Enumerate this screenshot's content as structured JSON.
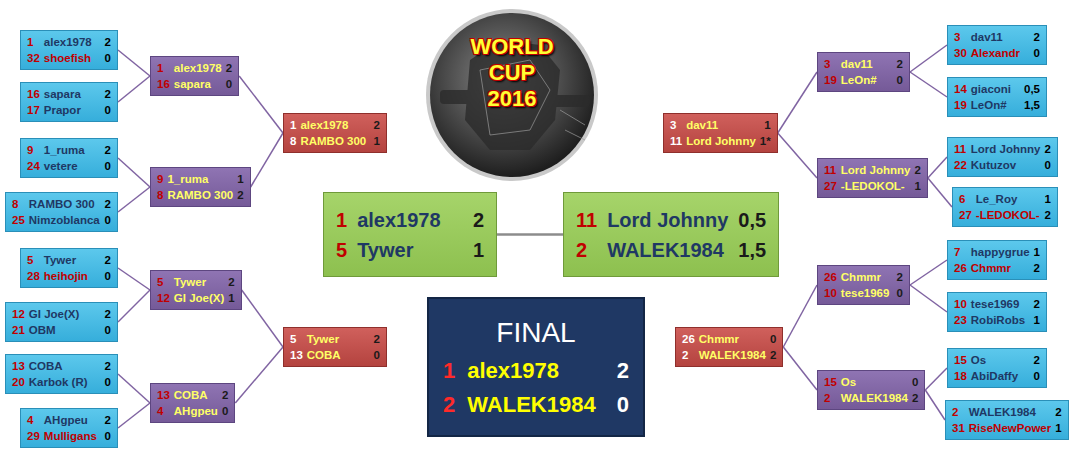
{
  "diagram": {
    "title": "WORLD CUP 2016",
    "nodes": [
      {
        "text": [
          "1",
          "alex1978",
          "2",
          "32",
          "shoefish",
          "0"
        ]
      },
      {
        "text": [
          "16",
          "sapara",
          "2",
          "17",
          "Prapor",
          "0"
        ]
      },
      {
        "text": [
          "9",
          "1_ruma",
          "2",
          "24",
          "vetere",
          "0"
        ]
      },
      {
        "text": [
          "8",
          "RAMBO 300",
          "2",
          "25",
          "Nimzoblanca",
          "0"
        ]
      },
      {
        "text": [
          "5",
          "Tywer",
          "2",
          "28",
          "heihojin",
          "0"
        ]
      },
      {
        "text": [
          "12",
          "GI Joe(X)",
          "2",
          "21",
          "OBM",
          "0"
        ]
      },
      {
        "text": [
          "13",
          "COBA",
          "2",
          "20",
          "Karbok (R)",
          "0"
        ]
      },
      {
        "text": [
          "4",
          "AHgpeu",
          "2",
          "29",
          "Mulligans",
          "0"
        ]
      },
      {
        "text": [
          "1",
          "alex1978",
          "2",
          "16",
          "sapara",
          "0"
        ]
      },
      {
        "text": [
          "9",
          "1_ruma",
          "1",
          "8",
          "RAMBO 300",
          "2"
        ]
      },
      {
        "text": [
          "5",
          "Tywer",
          "2",
          "12",
          "GI Joe(X)",
          "1"
        ]
      },
      {
        "text": [
          "13",
          "COBA",
          "2",
          "4",
          "AHgpeu",
          "0"
        ]
      },
      {
        "text": [
          "1",
          "alex1978",
          "2",
          "8",
          "RAMBO 300",
          "1"
        ]
      },
      {
        "text": [
          "5",
          "Tywer",
          "2",
          "13",
          "COBA",
          "0"
        ]
      },
      {
        "text": [
          "1",
          "alex1978",
          "2",
          "5",
          "Tywer",
          "1"
        ]
      },
      {
        "text": [
          "11",
          "Lord Johnny",
          "0,5",
          "2",
          "WALEK1984",
          "1,5"
        ]
      },
      {
        "text": [
          "FINAL",
          "1",
          "alex1978",
          "2",
          "2",
          "WALEK1984",
          "0"
        ]
      },
      {
        "text": [
          "3",
          "dav11",
          "1",
          "11",
          "Lord Johnny",
          "1*"
        ]
      },
      {
        "text": [
          "26",
          "Chmmr",
          "0",
          "2",
          "WALEK1984",
          "2"
        ]
      },
      {
        "text": [
          "3",
          "dav11",
          "2",
          "19",
          "LeOn#",
          "0"
        ]
      },
      {
        "text": [
          "11",
          "Lord Johnny",
          "2",
          "27",
          "-LEDOKOL-",
          "1"
        ]
      },
      {
        "text": [
          "26",
          "Chmmr",
          "2",
          "10",
          "tese1969",
          "0"
        ]
      },
      {
        "text": [
          "15",
          "Os",
          "0",
          "2",
          "WALEK1984",
          "2"
        ]
      },
      {
        "text": [
          "3",
          "dav11",
          "2",
          "30",
          "Alexandr",
          "0"
        ]
      },
      {
        "text": [
          "14",
          "giaconi",
          "0,5",
          "19",
          "LeOn#",
          "1,5"
        ]
      },
      {
        "text": [
          "11",
          "Lord Johnny",
          "2",
          "22",
          "Kutuzov",
          "0"
        ]
      },
      {
        "text": [
          "6",
          "Le_Roy",
          "1",
          "27",
          "-LEDOKOL-",
          "2"
        ]
      },
      {
        "text": [
          "7",
          "happygrue",
          "1",
          "26",
          "Chmmr",
          "2"
        ]
      },
      {
        "text": [
          "10",
          "tese1969",
          "2",
          "23",
          "RobiRobs",
          "1"
        ]
      },
      {
        "text": [
          "15",
          "Os",
          "2",
          "18",
          "AbiDaffy",
          "0"
        ]
      },
      {
        "text": [
          "2",
          "WALEK1984",
          "2",
          "31",
          "RiseNewPower",
          "1"
        ]
      }
    ],
    "edges": [
      {
        "from": 0,
        "to": 8,
        "arrow": "none"
      },
      {
        "from": 1,
        "to": 8,
        "arrow": "none"
      },
      {
        "from": 2,
        "to": 9,
        "arrow": "none"
      },
      {
        "from": 3,
        "to": 9,
        "arrow": "none"
      },
      {
        "from": 4,
        "to": 10,
        "arrow": "none"
      },
      {
        "from": 5,
        "to": 10,
        "arrow": "none"
      },
      {
        "from": 6,
        "to": 11,
        "arrow": "none"
      },
      {
        "from": 7,
        "to": 11,
        "arrow": "none"
      },
      {
        "from": 8,
        "to": 12,
        "arrow": "none"
      },
      {
        "from": 9,
        "to": 12,
        "arrow": "none"
      },
      {
        "from": 10,
        "to": 13,
        "arrow": "none"
      },
      {
        "from": 11,
        "to": 13,
        "arrow": "none"
      },
      {
        "from": 14,
        "to": 15,
        "arrow": "none"
      },
      {
        "from": 23,
        "to": 19,
        "arrow": "none"
      },
      {
        "from": 24,
        "to": 19,
        "arrow": "none"
      },
      {
        "from": 25,
        "to": 20,
        "arrow": "none"
      },
      {
        "from": 26,
        "to": 20,
        "arrow": "none"
      },
      {
        "from": 27,
        "to": 21,
        "arrow": "none"
      },
      {
        "from": 28,
        "to": 21,
        "arrow": "none"
      },
      {
        "from": 29,
        "to": 22,
        "arrow": "none"
      },
      {
        "from": 30,
        "to": 22,
        "arrow": "none"
      },
      {
        "from": 19,
        "to": 17,
        "arrow": "none"
      },
      {
        "from": 20,
        "to": 17,
        "arrow": "none"
      },
      {
        "from": 21,
        "to": 18,
        "arrow": "none"
      },
      {
        "from": 22,
        "to": 18,
        "arrow": "none"
      }
    ]
  }
}
